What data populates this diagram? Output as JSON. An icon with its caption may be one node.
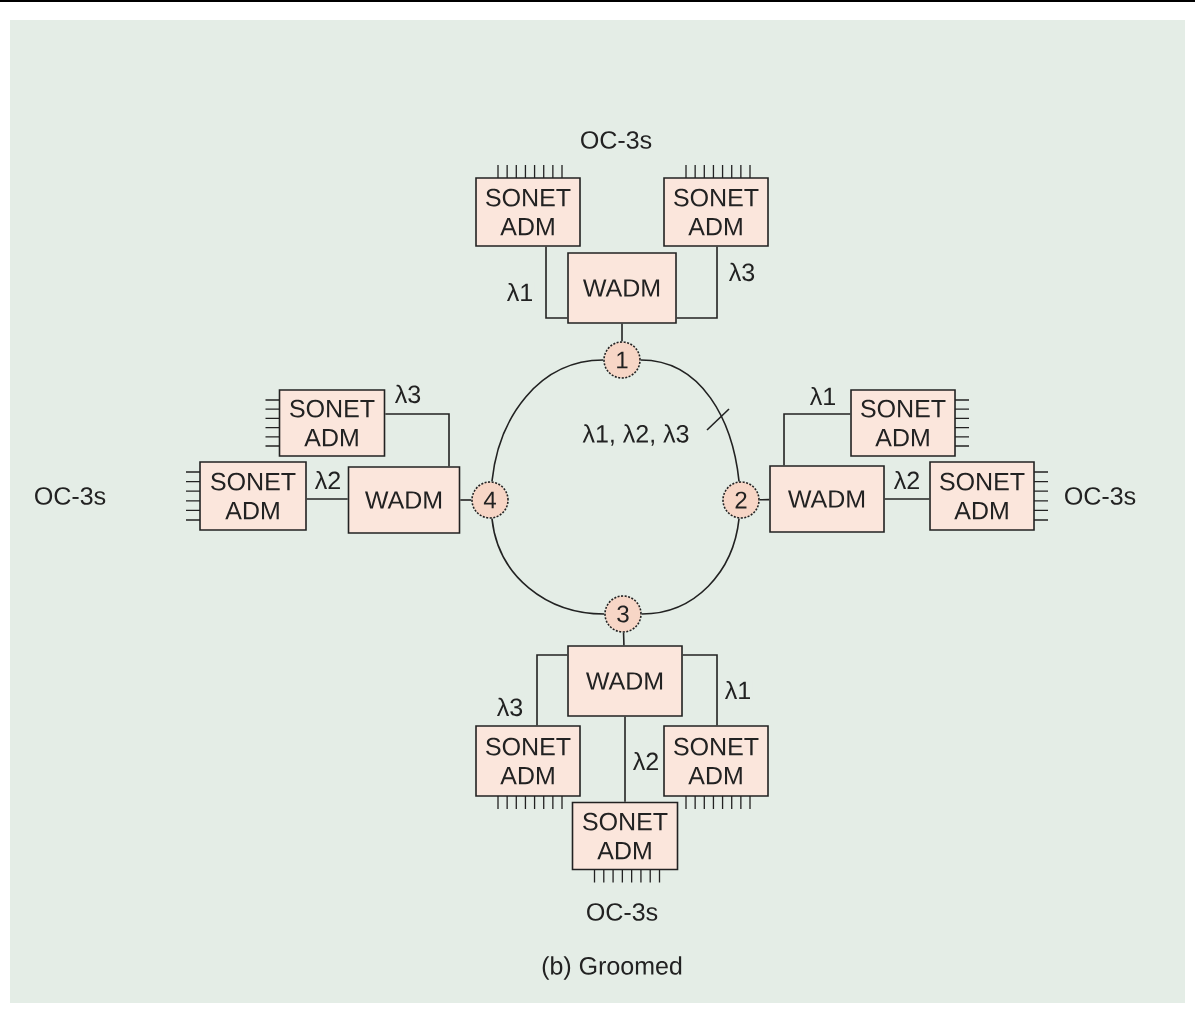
{
  "diagram": {
    "caption": "(b) Groomed",
    "nodes": [
      {
        "text": [
          "1"
        ]
      },
      {
        "text": [
          "2"
        ]
      },
      {
        "text": [
          "3"
        ]
      },
      {
        "text": [
          "4"
        ]
      },
      {
        "text": [
          "WADM"
        ]
      },
      {
        "text": [
          "SONET ADM"
        ]
      },
      {
        "text": [
          "SONET ADM"
        ]
      },
      {
        "text": [
          "WADM"
        ]
      },
      {
        "text": [
          "SONET ADM"
        ]
      },
      {
        "text": [
          "SONET ADM"
        ]
      },
      {
        "text": [
          "WADM"
        ]
      },
      {
        "text": [
          "SONET ADM"
        ]
      },
      {
        "text": [
          "SONET ADM"
        ]
      },
      {
        "text": [
          "WADM"
        ]
      },
      {
        "text": [
          "SONET ADM"
        ]
      },
      {
        "text": [
          "SONET ADM"
        ]
      },
      {
        "text": [
          "SONET ADM"
        ]
      }
    ],
    "edges": [
      {
        "from": 0,
        "to": 1,
        "arrow": "none"
      },
      {
        "from": 1,
        "to": 2,
        "arrow": "none"
      },
      {
        "from": 2,
        "to": 3,
        "arrow": "none"
      },
      {
        "from": 3,
        "to": 0,
        "arrow": "none"
      },
      {
        "from": 4,
        "to": 0,
        "arrow": "none"
      },
      {
        "from": 5,
        "to": 4,
        "arrow": "none",
        "label": "λ1"
      },
      {
        "from": 6,
        "to": 4,
        "arrow": "none",
        "label": "λ3"
      },
      {
        "from": 7,
        "to": 1,
        "arrow": "none"
      },
      {
        "from": 8,
        "to": 7,
        "arrow": "none",
        "label": "λ1"
      },
      {
        "from": 9,
        "to": 7,
        "arrow": "none",
        "label": "λ2"
      },
      {
        "from": 10,
        "to": 3,
        "arrow": "none"
      },
      {
        "from": 11,
        "to": 10,
        "arrow": "none",
        "label": "λ3"
      },
      {
        "from": 12,
        "to": 10,
        "arrow": "none",
        "label": "λ2"
      },
      {
        "from": 13,
        "to": 2,
        "arrow": "none"
      },
      {
        "from": 14,
        "to": 13,
        "arrow": "none",
        "label": "λ3"
      },
      {
        "from": 15,
        "to": 13,
        "arrow": "none",
        "label": "λ1"
      },
      {
        "from": 16,
        "to": 13,
        "arrow": "none",
        "label": "λ2"
      }
    ],
    "labels": [
      "OC-3s",
      "λ1, λ2, λ3",
      "OC-3s",
      "OC-3s",
      "OC-3s"
    ]
  }
}
